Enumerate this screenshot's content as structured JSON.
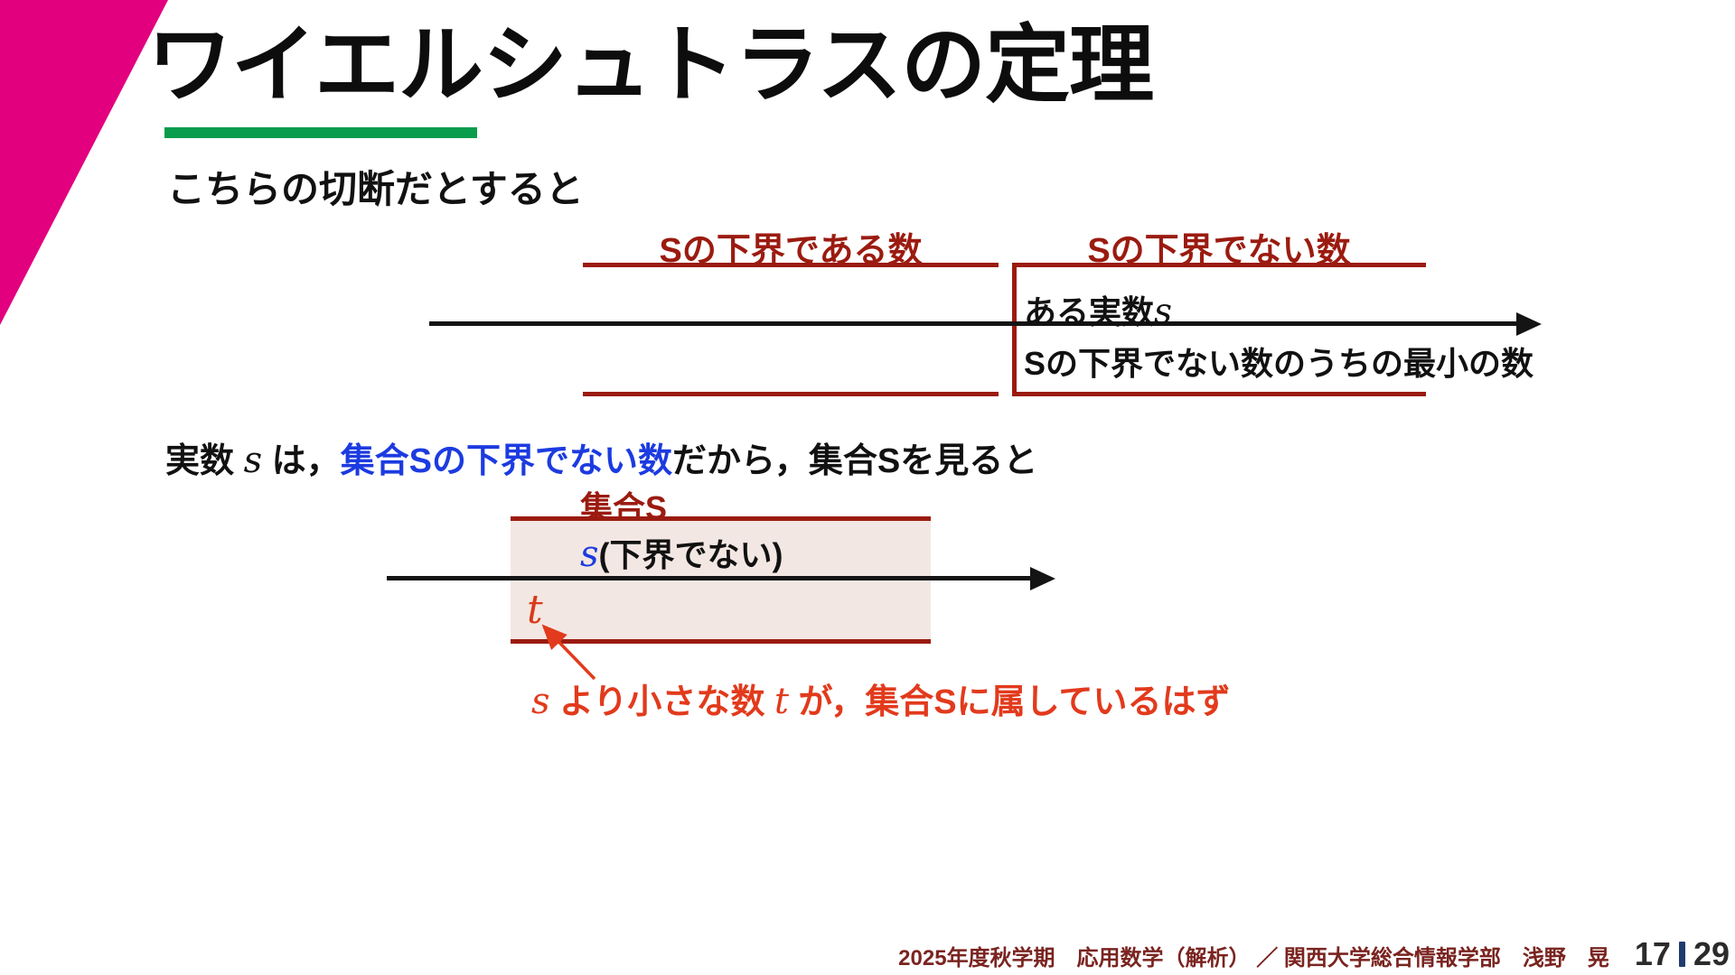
{
  "slide": {
    "title": "ワイエルシュトラスの定理",
    "subtitle": "こちらの切断だとすると",
    "colors": {
      "accent_pink": "#E3007F",
      "accent_green": "#0A9C4D",
      "dark_red": "#9B1B10",
      "blue": "#1C3BE0",
      "red_orange": "#E23A1C",
      "footer_maroon": "#7A2420",
      "page_bar_navy": "#1F3C6E"
    }
  },
  "diagram1": {
    "label_lower_bound": "Sの下界である数",
    "label_not_lower_bound": "Sの下界でない数",
    "some_real_prefix": "ある実数",
    "some_real_var": "s",
    "min_text": "Sの下界でない数のうちの最小の数"
  },
  "sentence": {
    "part1": "実数 ",
    "var_s": "s",
    "part2": " は，",
    "blue": "集合Sの下界でない数",
    "part3": "だから，集合Sを見ると"
  },
  "diagram2": {
    "set_label": "集合S",
    "var_s": "s",
    "s_note": "(下界でない)",
    "var_t": "t",
    "annotation": {
      "var_s": "s",
      "mid": " より小さな数 ",
      "var_t": "t",
      "tail": " が，集合Sに属しているはず"
    }
  },
  "footer": {
    "course": "2025年度秋学期　応用数学（解析） ／ 関西大学総合情報学部　浅野　晃",
    "page_current": "17",
    "page_total": "29"
  }
}
